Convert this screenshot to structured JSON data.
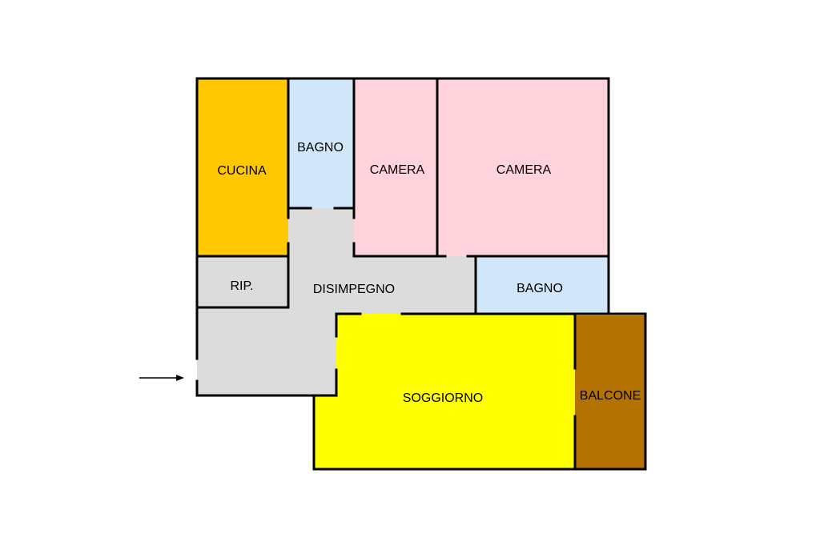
{
  "colors": {
    "kitchen": "#FFC800",
    "bathroom": "#D2E6FA",
    "bedroom": "#FFD2DC",
    "hall": "#DCDCDC",
    "living": "#FFFF00",
    "balcony": "#B47300",
    "wall": "#000000"
  },
  "rooms": {
    "cucina": "CUCINA",
    "bagno_1": "BAGNO",
    "camera_1": "CAMERA",
    "camera_2": "CAMERA",
    "ripostiglio": "RIP.",
    "disimpegno": "DISIMPEGNO",
    "bagno_2": "BAGNO",
    "soggiorno": "SOGGIORNO",
    "balcone": "BALCONE"
  },
  "entrance_icon": "arrow-right-icon"
}
